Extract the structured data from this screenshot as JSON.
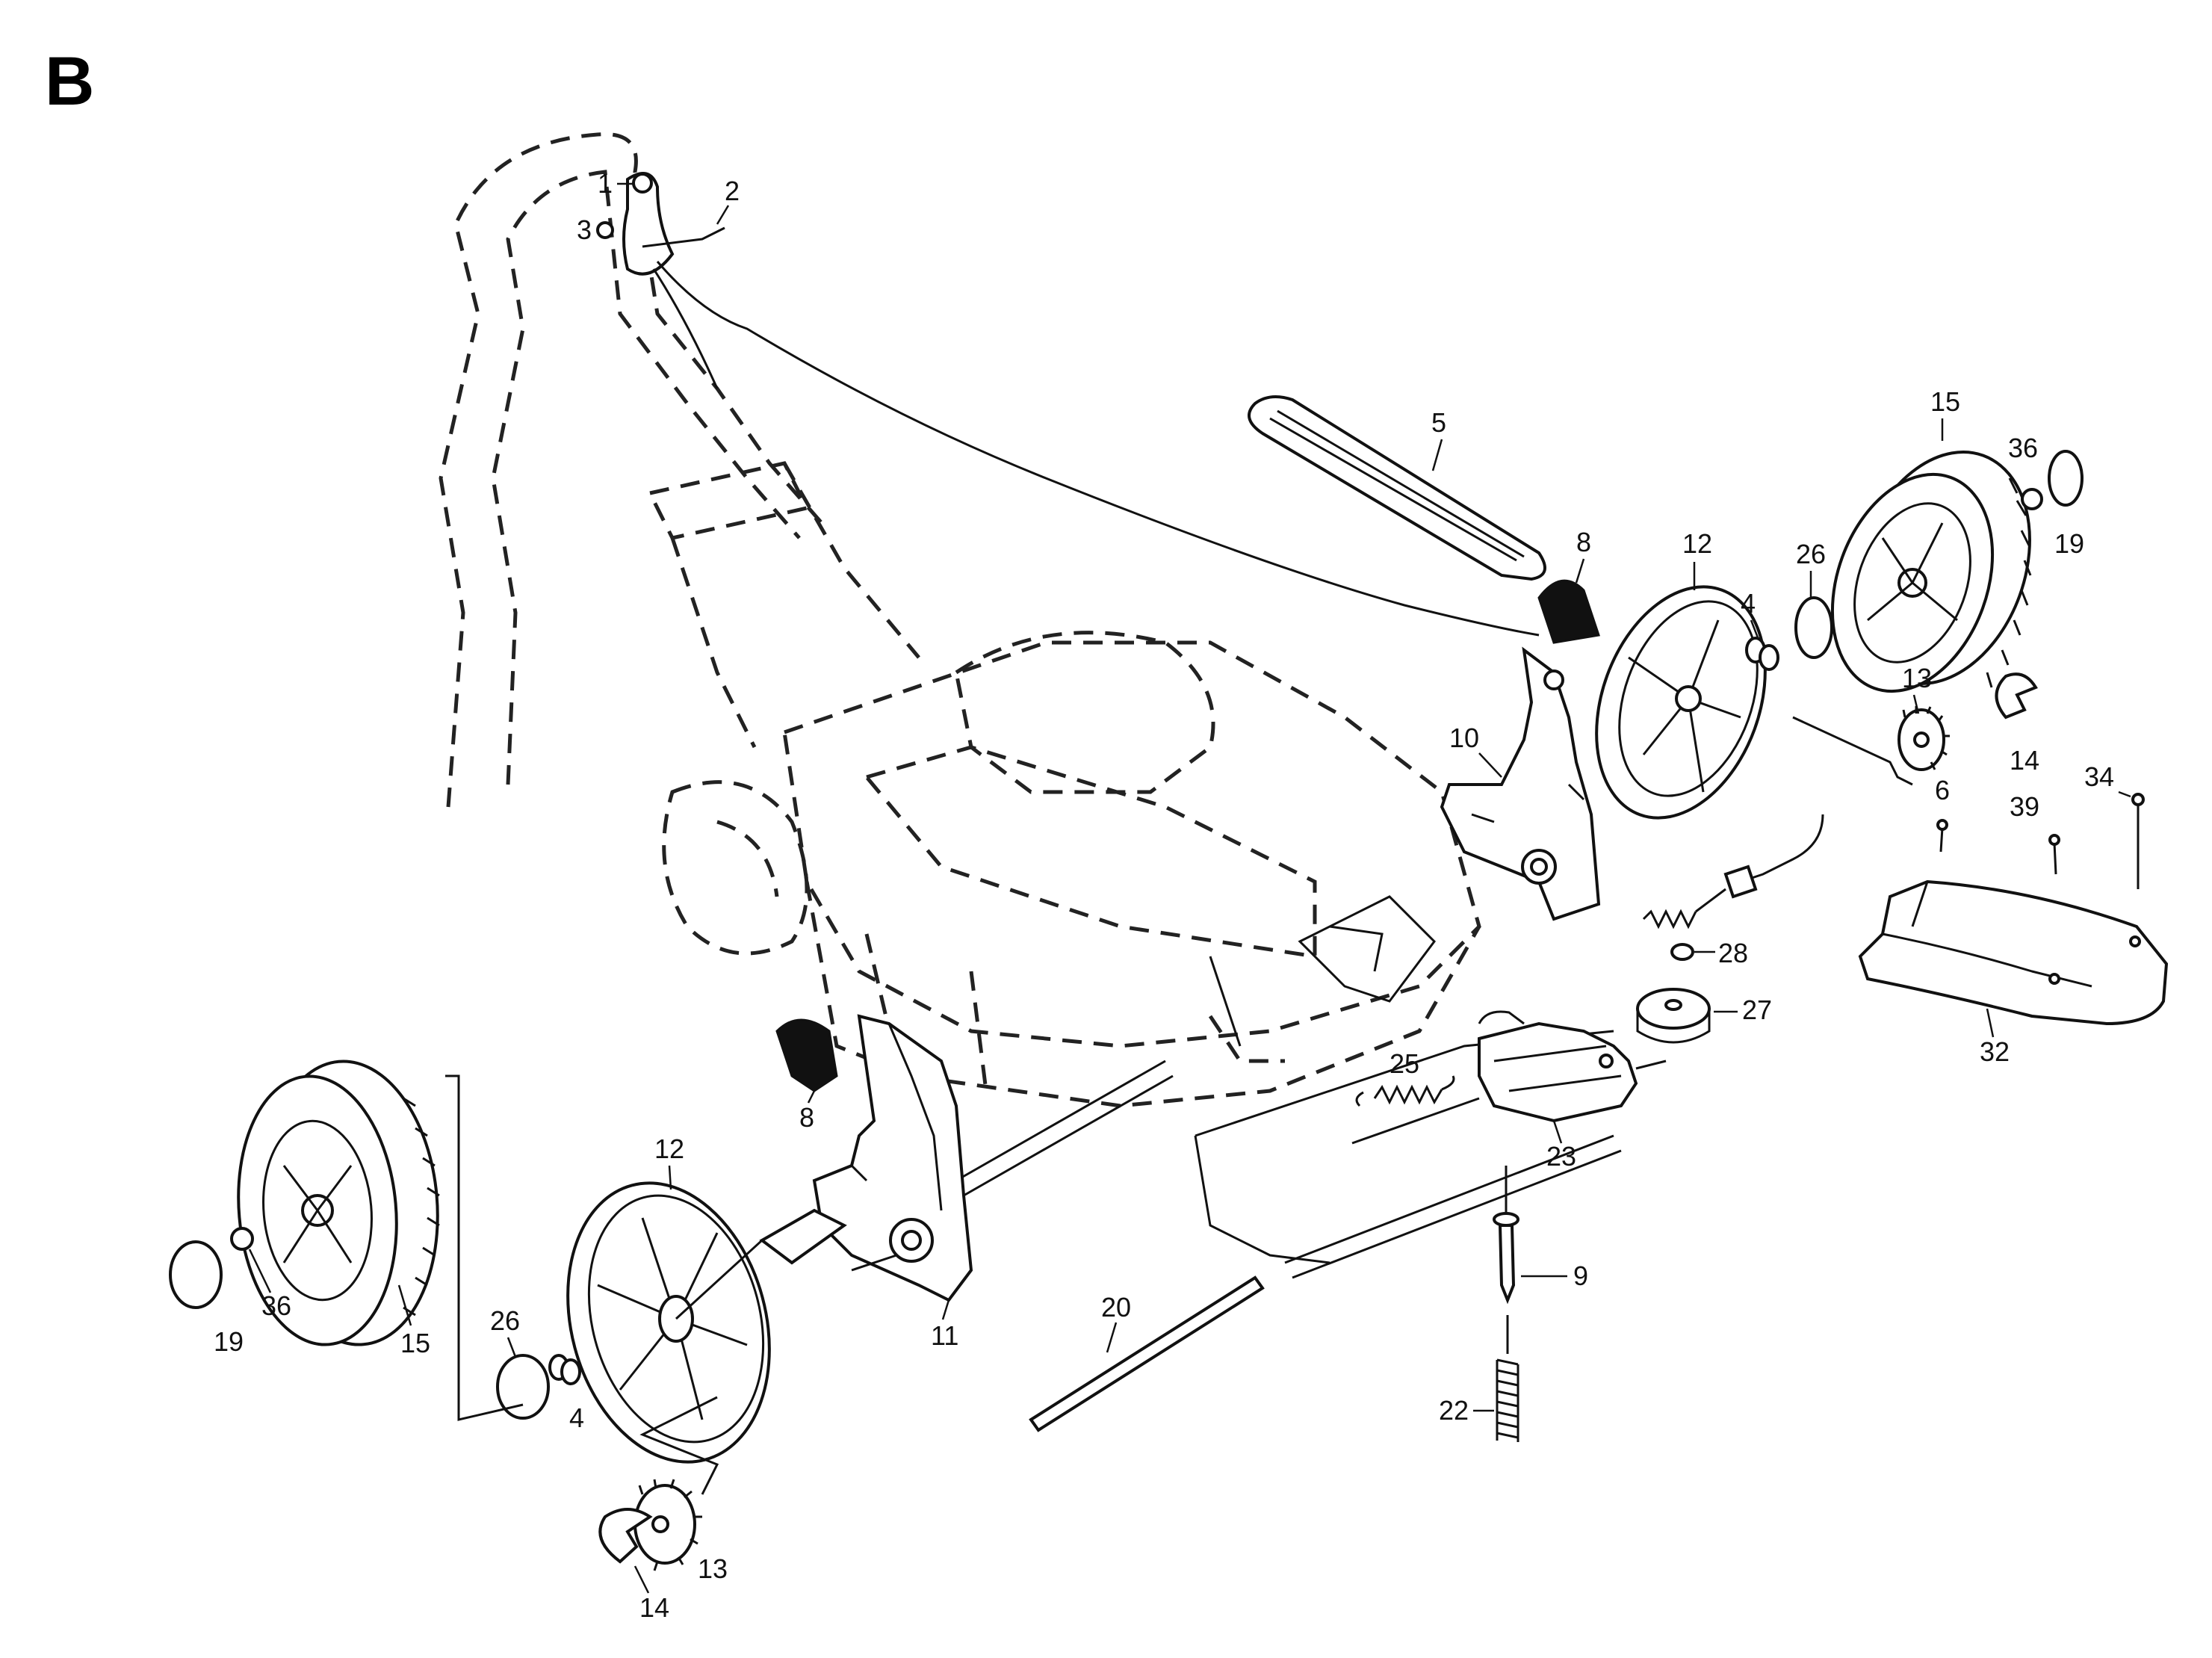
{
  "title": "B",
  "labels": {
    "p1": "1",
    "p2": "2",
    "p3": "3",
    "p5": "5",
    "p8a": "8",
    "p8b": "8",
    "p12a": "12",
    "p12b": "12",
    "p4a": "4",
    "p4b": "4",
    "p26a": "26",
    "p26b": "26",
    "p15a": "15",
    "p15b": "15",
    "p36a": "36",
    "p36b": "36",
    "p19a": "19",
    "p19b": "19",
    "p13a": "13",
    "p13b": "13",
    "p14a": "14",
    "p14b": "14",
    "p10": "10",
    "p6": "6",
    "p39": "39",
    "p34": "34",
    "p28": "28",
    "p27": "27",
    "p32": "32",
    "p25": "25",
    "p23": "23",
    "p9": "9",
    "p22": "22",
    "p20": "20",
    "p11": "11"
  }
}
